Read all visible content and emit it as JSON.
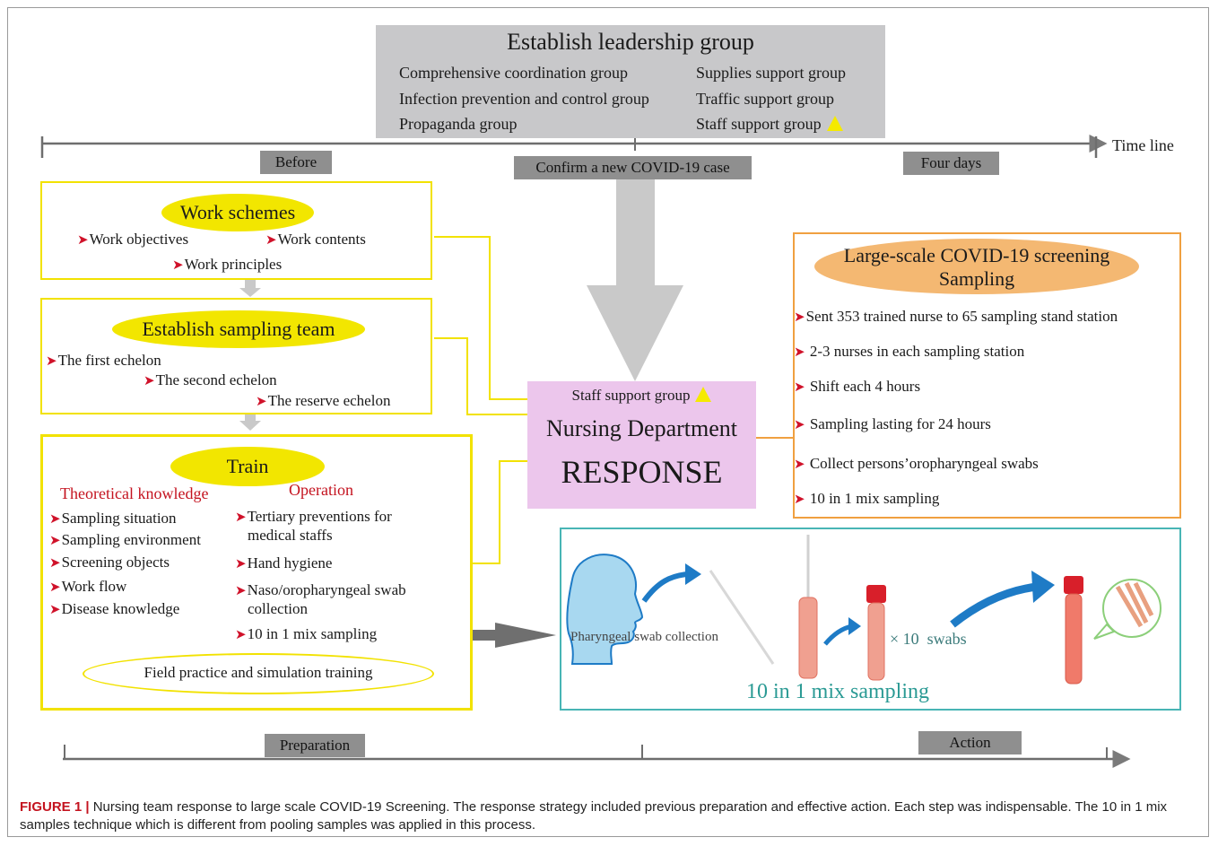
{
  "leadership": {
    "title": "Establish leadership group",
    "left_items": [
      "Comprehensive coordination group",
      "Infection prevention and control group",
      "Propaganda group"
    ],
    "right_items": [
      "Supplies support group",
      "Traffic support group",
      "Staff support group"
    ]
  },
  "timeline": {
    "label": "Time line",
    "before": "Before",
    "confirm": "Confirm a new COVID-19 case",
    "four_days": "Four days"
  },
  "work_schemes": {
    "title": "Work schemes",
    "items": [
      "Work objectives",
      "Work contents",
      "Work principles"
    ]
  },
  "sampling_team": {
    "title": "Establish sampling team",
    "items": [
      "The first echelon",
      "The second echelon",
      "The reserve echelon"
    ]
  },
  "train": {
    "title": "Train",
    "theory_heading": "Theoretical knowledge",
    "operation_heading": "Operation",
    "theory_items": [
      "Sampling situation",
      "Sampling environment",
      "Screening objects",
      "Work flow",
      "Disease knowledge"
    ],
    "operation_items": [
      "Tertiary preventions for",
      "medical staffs",
      "Hand hygiene",
      "Naso/oropharyngeal swab",
      "collection",
      "10 in 1 mix sampling"
    ],
    "field": "Field practice and simulation training"
  },
  "nursing": {
    "staff": "Staff support group",
    "dept": "Nursing Department",
    "response": "RESPONSE"
  },
  "screening": {
    "title_line1": "Large-scale COVID-19 screening",
    "title_line2": "Sampling",
    "items": [
      "Sent 353 trained nurse to 65 sampling stand station",
      "2-3 nurses in each sampling station",
      "Shift each 4 hours",
      "Sampling lasting for 24 hours",
      "Collect persons’oropharyngeal swabs",
      "10 in 1 mix sampling"
    ]
  },
  "mix": {
    "swab_label": "Pharyngeal swab collection",
    "times": "× 10  swabs",
    "caption": "10 in 1 mix sampling"
  },
  "phases": {
    "preparation": "Preparation",
    "action": "Action"
  },
  "figure": {
    "label": "FIGURE 1 |",
    "text": " Nursing team response to large scale COVID-19 Screening. The response strategy included previous preparation and effective action. Each step was indispensable. The 10 in 1 mix samples technique which is different from pooling samples was applied in this process."
  },
  "colors": {
    "yellow": "#f2e600",
    "orange_border": "#f0a040",
    "teal_border": "#48b5b5",
    "pink": "#ecc6ec",
    "red_text": "#c4131f",
    "swab_blue": "#1e7bc6"
  }
}
